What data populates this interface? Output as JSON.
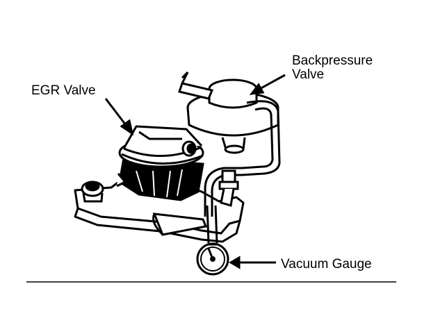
{
  "labels": {
    "egr_valve": "EGR Valve",
    "backpressure_line1": "Backpressure",
    "backpressure_line2": "Valve",
    "vacuum_gauge": "Vacuum Gauge"
  },
  "colors": {
    "ink": "#000000",
    "paper": "#ffffff"
  }
}
